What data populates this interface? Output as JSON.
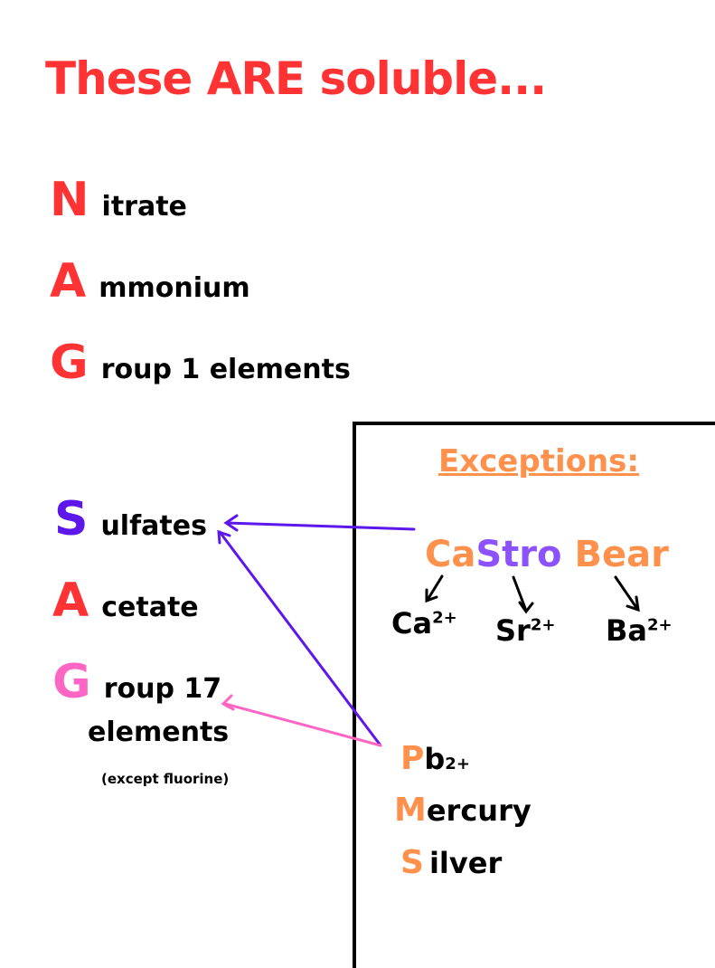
{
  "title": "These ARE soluble...",
  "colors": {
    "red": "#ff3333",
    "purple": "#5e17eb",
    "pink": "#ff66c4",
    "orange": "#ff914d",
    "violet": "#8c52ff"
  },
  "nag": [
    {
      "letter": "N",
      "rest": "itrate",
      "color": "#ff3333"
    },
    {
      "letter": "A",
      "rest": "mmonium",
      "color": "#ff3333"
    },
    {
      "letter": "G",
      "rest": "roup 1 elements",
      "color": "#ff3333"
    }
  ],
  "sag": [
    {
      "letter": "S",
      "rest": "ulfates",
      "color": "#5e17eb"
    },
    {
      "letter": "A",
      "rest": "cetate",
      "color": "#ff3333"
    },
    {
      "letter": "G",
      "rest": "roup 17",
      "color": "#ff66c4"
    }
  ],
  "sag_extra": {
    "line2": "elements",
    "note": "(except fluorine)"
  },
  "exceptions": {
    "heading": "Exceptions:",
    "castro": {
      "ca": "Ca",
      "stro": "Stro",
      "bear": "Bear"
    },
    "ions": [
      {
        "sym": "Ca",
        "charge": "2+"
      },
      {
        "sym": "Sr",
        "charge": "2+"
      },
      {
        "sym": "Ba",
        "charge": "2+"
      }
    ],
    "pms": [
      {
        "letter": "P",
        "rest": "b",
        "charge": "2+"
      },
      {
        "letter": "M",
        "rest": "ercury",
        "charge": ""
      },
      {
        "letter": "S",
        "rest": "ilver",
        "charge": ""
      }
    ]
  }
}
